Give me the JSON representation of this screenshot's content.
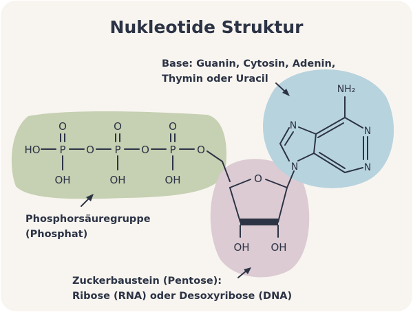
{
  "title": "Nukleotide Struktur",
  "captions": {
    "base": [
      "Base: Guanin, Cytosin, Adenin,",
      "Thymin oder Uracil"
    ],
    "phosphate": [
      "Phosphorsäuregruppe",
      "(Phosphat)"
    ],
    "sugar": [
      "Zuckerbaustein (Pentose):",
      "Ribose (RNA) oder Desoxyribose (DNA)"
    ]
  },
  "atoms": {
    "ho": "HO",
    "p": "P",
    "o": "O",
    "oh": "OH",
    "n": "N",
    "nh2": "NH₂"
  },
  "colors": {
    "background": "#f8f5f0",
    "phosphate_region": "#c6d0b2",
    "sugar_region": "#dccbd3",
    "base_region": "#b7d3de",
    "text": "#2c3345"
  }
}
